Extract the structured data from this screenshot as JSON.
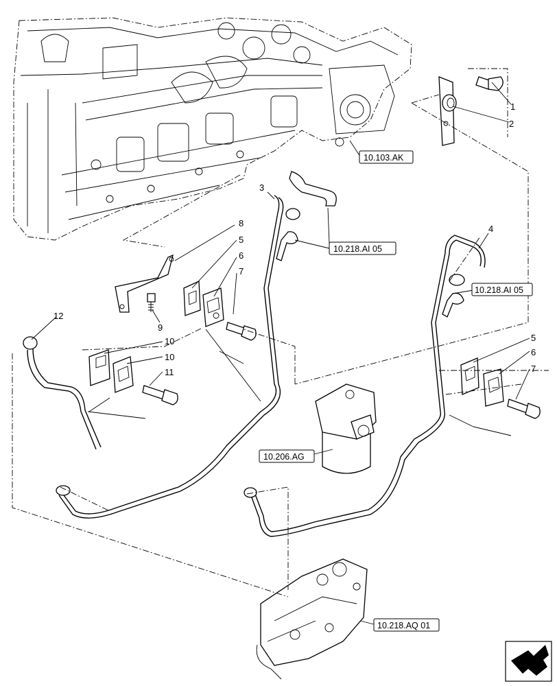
{
  "callouts": [
    "1",
    "2",
    "3",
    "4",
    "5",
    "6",
    "7",
    "8",
    "9",
    "10",
    "10",
    "11",
    "12",
    "5",
    "6",
    "7"
  ],
  "references": [
    "10.103.AK",
    "10.218.AI 05",
    "10.218.AI 05",
    "10.206.AG",
    "10.218.AQ 01"
  ],
  "nav_icon": "next-page-arrow-icon"
}
